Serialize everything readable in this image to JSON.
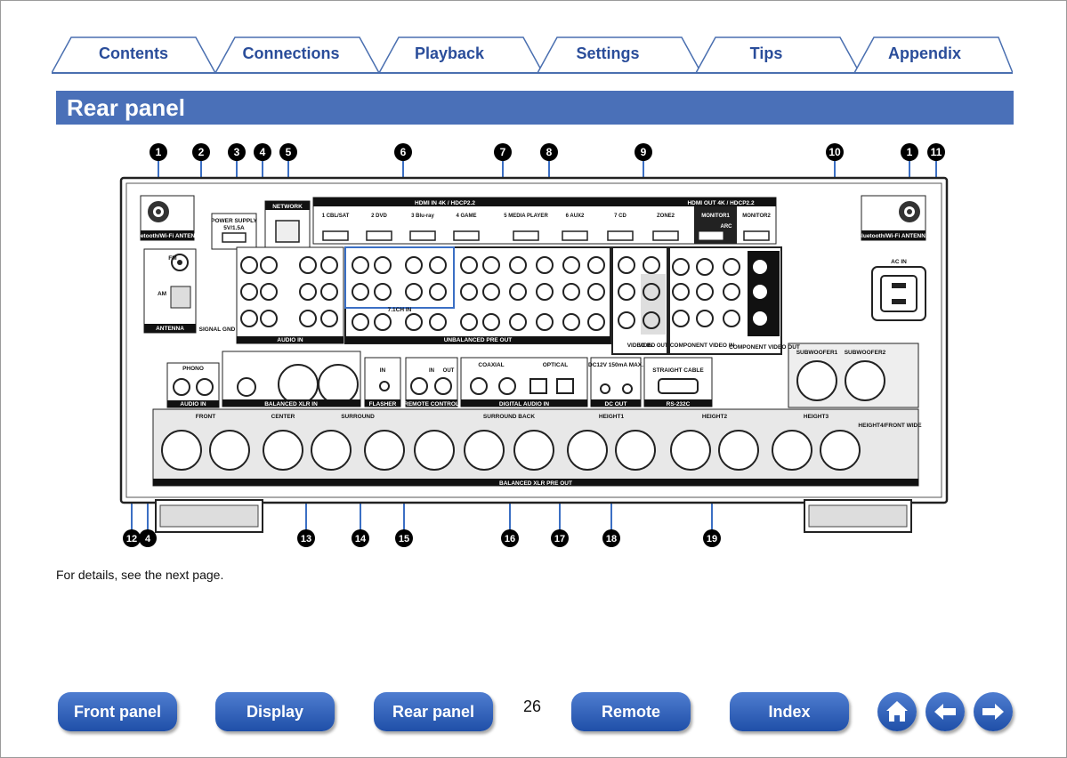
{
  "tabs": [
    {
      "label": "Contents"
    },
    {
      "label": "Connections"
    },
    {
      "label": "Playback"
    },
    {
      "label": "Settings"
    },
    {
      "label": "Tips"
    },
    {
      "label": "Appendix"
    }
  ],
  "page_title": "Rear panel",
  "callouts_top": [
    "❶",
    "❷",
    "❸",
    "❹",
    "❺",
    "❻",
    "❼",
    "❽",
    "❾",
    "❿",
    "❶",
    "⓫"
  ],
  "callouts_bottom": [
    "⓬",
    "❹",
    "⓭",
    "⓮",
    "⓯",
    "⓰",
    "⓱",
    "⓲",
    "⓳"
  ],
  "panel": {
    "bt_antenna": "Bluetooth/Wi-Fi ANTENNA",
    "network": "NETWORK",
    "power_supply": "POWER SUPPLY",
    "power_supply_rating": "5V/1.5A",
    "hdmi_in": "HDMI IN 4K / HDCP2.2",
    "hdmi_out": "HDMI OUT 4K / HDCP2.2",
    "hdmi_in_ports": [
      "1 CBL/SAT",
      "2 DVD",
      "3 Blu-ray",
      "4 GAME",
      "5 MEDIA PLAYER",
      "6 AUX2",
      "7 CD"
    ],
    "hdmi_out_ports": [
      "ZONE2",
      "MONITOR1",
      "MONITOR2"
    ],
    "arc": "ARC",
    "antenna": "ANTENNA",
    "fm": "FM",
    "am": "AM",
    "signal_gnd": "SIGNAL GND",
    "audio_in_assignable": "AUDIO IN",
    "inputs_71": "7.1CH IN",
    "unbalanced_pre_out": "UNBALANCED PRE OUT",
    "video_in": "VIDEO IN",
    "video_out": "VIDEO OUT",
    "component_video_in": "COMPONENT VIDEO IN",
    "component_video_out": "COMPONENT VIDEO OUT",
    "ac_in": "AC IN",
    "phono": "PHONO",
    "audio_in": "AUDIO IN",
    "balanced_xlr_in": "BALANCED XLR IN",
    "flasher": "FLASHER",
    "remote_control": "REMOTE CONTROL",
    "coaxial": "COAXIAL",
    "optical": "OPTICAL",
    "digital_audio_in": "DIGITAL AUDIO IN",
    "dc_out": "DC OUT",
    "dc_out_rating": "DC12V 150mA MAX.",
    "straight_cable": "STRAIGHT CABLE",
    "rs232c": "RS-232C",
    "subwoofer1": "SUBWOOFER1",
    "subwoofer2": "SUBWOOFER2",
    "xlr_groups": [
      "FRONT",
      "CENTER",
      "SURROUND",
      "SURROUND BACK",
      "HEIGHT1",
      "HEIGHT2",
      "HEIGHT3",
      "HEIGHT4/FRONT WIDE"
    ],
    "balanced_xlr_pre_out": "BALANCED XLR PRE OUT",
    "in_label": "IN",
    "out_label": "OUT"
  },
  "footer_note": "For details, see the next page.",
  "bottom_nav": {
    "front_panel": "Front panel",
    "display": "Display",
    "rear_panel": "Rear panel",
    "page_number": "26",
    "remote": "Remote",
    "index": "Index"
  },
  "icons": {
    "home": "home-icon",
    "back": "arrow-left-icon",
    "forward": "arrow-right-icon"
  },
  "colors": {
    "accent": "#4a70b8",
    "tab_text": "#2a4d9a",
    "callout_line": "#3b6fc4"
  }
}
